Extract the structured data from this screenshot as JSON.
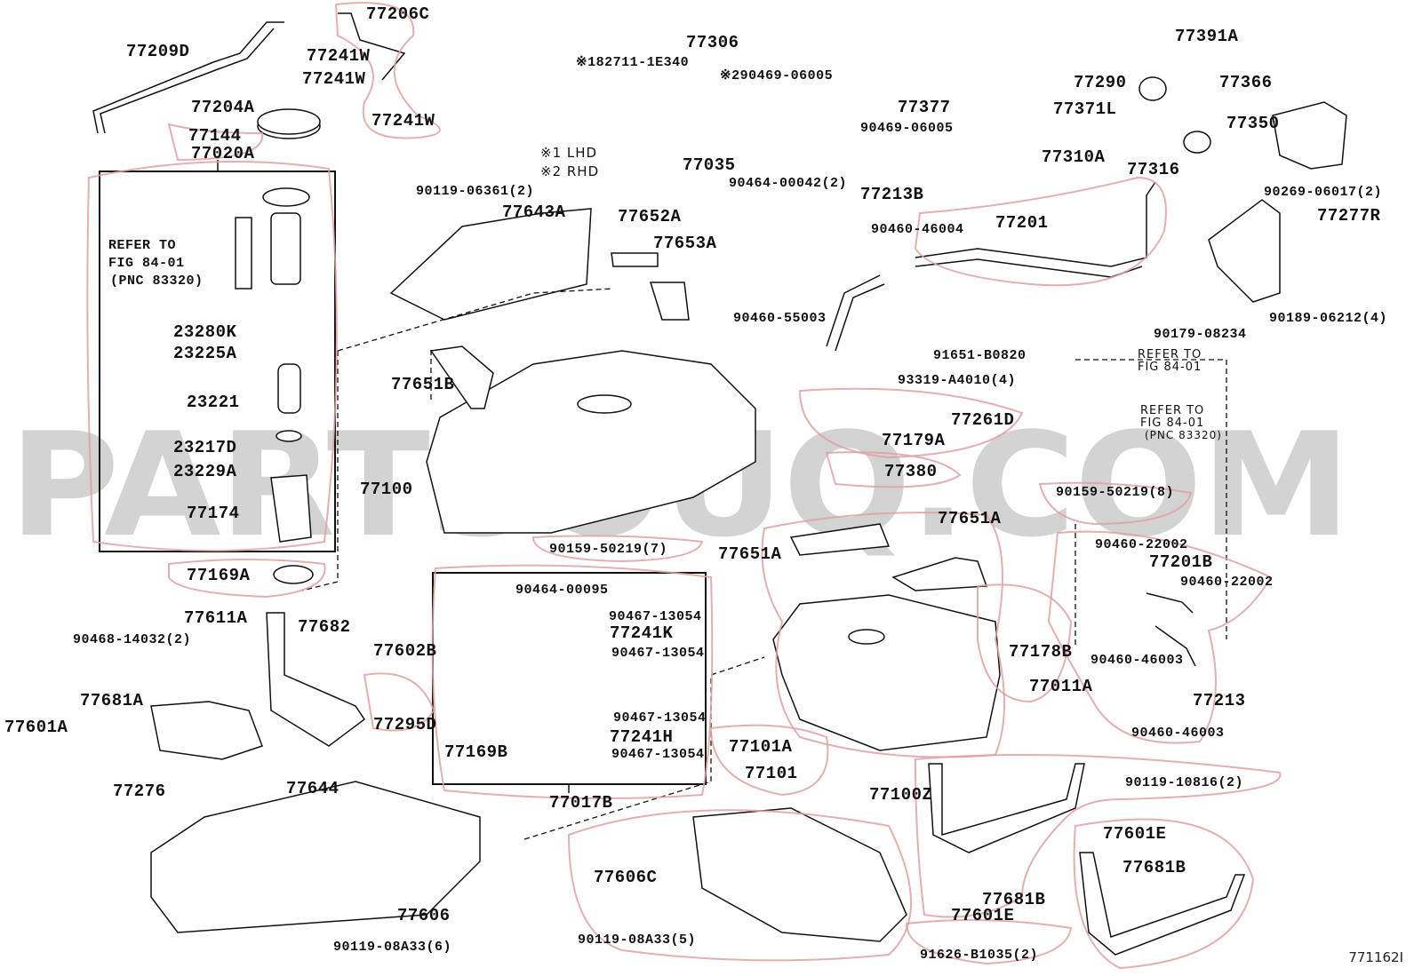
{
  "watermark": "PARTSOUQ.COM",
  "figure_code": "771162I",
  "notes": {
    "lhd": "※1 LHD",
    "rhd": "※2 RHD",
    "refer_pump": [
      "REFER TO",
      "FIG 84-01",
      "(PNC 83320)"
    ],
    "refer_gauge_top": [
      "REFER TO",
      "FIG 84-01"
    ],
    "refer_gauge": [
      "REFER TO",
      "FIG 84-01",
      "(PNC 83320)"
    ]
  },
  "labels": {
    "p77209D": "77209D",
    "p77206C": "77206C",
    "p77241W_a": "77241W",
    "p77241W_b": "77241W",
    "p77241W_c": "77241W",
    "p77204A": "77204A",
    "p77144": "77144",
    "p77020A": "77020A",
    "p82711": "※182711-1E340",
    "p77306": "77306",
    "p90469a": "※290469-06005",
    "p77377": "77377",
    "p90469b": "90469-06005",
    "p77035": "77035",
    "p90464_42": "90464-00042(2)",
    "p77391A": "77391A",
    "p77290": "77290",
    "p77366": "77366",
    "p77371L": "77371L",
    "p77350": "77350",
    "p77310A": "77310A",
    "p77316": "77316",
    "p90269": "90269-06017(2)",
    "p77277R": "77277R",
    "p90189": "90189-06212(4)",
    "p90179": "90179-08234",
    "p77201": "77201",
    "p91651": "91651-B0820",
    "p77213B": "77213B",
    "p90460_46004": "90460-46004",
    "p90460_55003": "90460-55003",
    "p93319": "93319-A4010(4)",
    "p77261D": "77261D",
    "p77179A": "77179A",
    "p77380": "77380",
    "p90119_06361": "90119-06361(2)",
    "p77643A": "77643A",
    "p77652A": "77652A",
    "p77653A": "77653A",
    "p77651B": "77651B",
    "p77100": "77100",
    "p23280K": "23280K",
    "p23225A": "23225A",
    "p23221": "23221",
    "p23217D": "23217D",
    "p23229A": "23229A",
    "p77174": "77174",
    "p77169A": "77169A",
    "p90159_7": "90159-50219(7)",
    "p90464_95": "90464-00095",
    "p90467_a": "90467-13054",
    "p77241K": "77241K",
    "p90467_b": "90467-13054",
    "p90467_c": "90467-13054",
    "p77241H": "77241H",
    "p90467_d": "90467-13054",
    "p77169B": "77169B",
    "p77017B": "77017B",
    "p77651A_a": "77651A",
    "p77651A_b": "77651A",
    "p90159_8": "90159-50219(8)",
    "p90460_22002a": "90460-22002",
    "p77201B": "77201B",
    "p90460_22002b": "90460-22002",
    "p90460_46003a": "90460-46003",
    "p77213": "77213",
    "p90460_46003b": "90460-46003",
    "p77178B": "77178B",
    "p77011A": "77011A",
    "p77101A": "77101A",
    "p77101": "77101",
    "p77100Z": "77100Z",
    "p77611A": "77611A",
    "p90468": "90468-14032(2)",
    "p77681A": "77681A",
    "p77601A": "77601A",
    "p77682": "77682",
    "p77602B": "77602B",
    "p77295D": "77295D",
    "p77644": "77644",
    "p77276": "77276",
    "p77606": "77606",
    "p90119_08A33_6": "90119-08A33(6)",
    "p77606C": "77606C",
    "p90119_08A33_5": "90119-08A33(5)",
    "p90119_10816": "90119-10816(2)",
    "p77601E_a": "77601E",
    "p77681B_a": "77681B",
    "p77601E_b": "77601E",
    "p77681B_b": "77681B",
    "p91626": "91626-B1035(2)"
  },
  "colors": {
    "highlight": "#e0a0a4",
    "watermark": "#d3d3d3",
    "ink": "#111111"
  }
}
